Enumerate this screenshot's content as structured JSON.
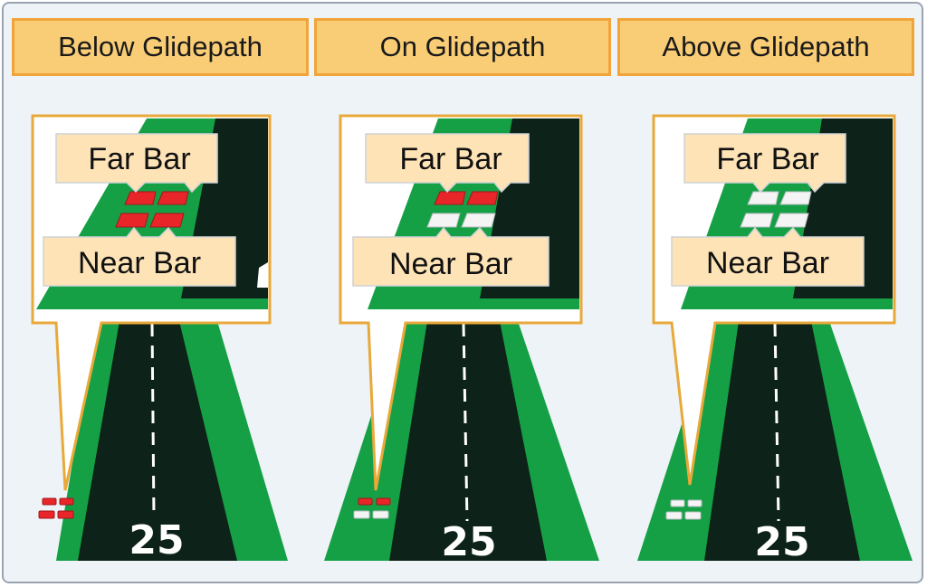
{
  "panels": [
    {
      "id": "below",
      "title": "Below Glidepath",
      "far_label": "Far Bar",
      "near_label": "Near Bar",
      "far_bar_color": "red",
      "near_bar_color": "red",
      "runway_number": "25"
    },
    {
      "id": "on",
      "title": "On Glidepath",
      "far_label": "Far Bar",
      "near_label": "Near Bar",
      "far_bar_color": "red",
      "near_bar_color": "white",
      "runway_number": "25"
    },
    {
      "id": "above",
      "title": "Above Glidepath",
      "far_label": "Far Bar",
      "near_label": "Near Bar",
      "far_bar_color": "white",
      "near_bar_color": "white",
      "runway_number": "25"
    }
  ],
  "colors": {
    "red_light": "#e8262a",
    "white_light": "#f4f4f4",
    "grass": "#16a045",
    "runway": "#0d2218",
    "callout_border": "#e9a93a",
    "label_fill": "#fde3b6",
    "header_fill": "#f9cd76",
    "header_border": "#f1a43a"
  }
}
